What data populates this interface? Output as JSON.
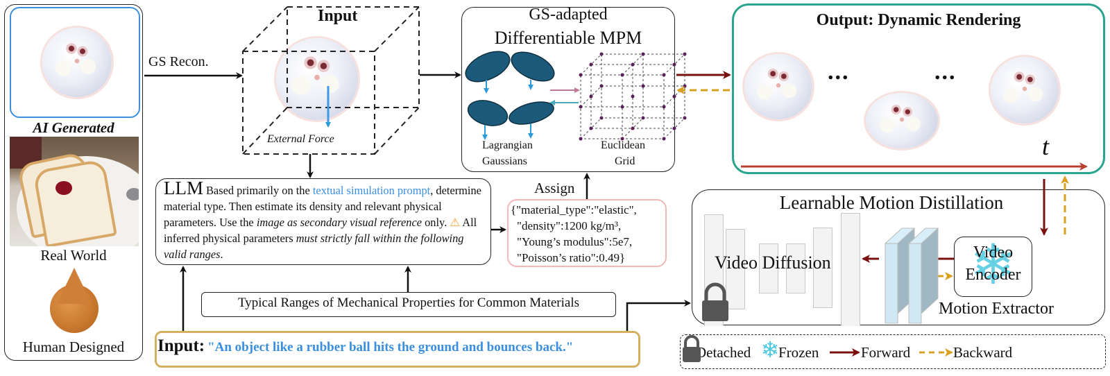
{
  "left_panel": {
    "items": [
      {
        "label": "AI Generated",
        "image": "spiky-ball-image"
      },
      {
        "label": "Real World",
        "image": "bread-plate-image"
      },
      {
        "label": "Human Designed",
        "image": "teardrop-object-image"
      }
    ]
  },
  "gs_recon_label": "GS Recon.",
  "input_cube": {
    "title": "Input",
    "force_label": "External Force"
  },
  "mpm": {
    "title_line1": "GS-adapted",
    "title_line2": "Differentiable MPM",
    "gaussians_line1": "Lagrangian",
    "gaussians_line2": "Gaussians",
    "grid_line1": "Euclidean",
    "grid_line2": "Grid"
  },
  "output": {
    "title": "Output: Dynamic Rendering",
    "ellipsis": "...",
    "time_label": "t"
  },
  "llm": {
    "title": "LLM",
    "text_1": "Based primarily on the ",
    "text_link": "textual simulation prompt",
    "text_2": ", determine material type. Then estimate its density and relevant physical parameters. Use the ",
    "text_italic_1": "image as secondary visual reference",
    "text_3": " only. ",
    "warning_icon": "⚠",
    "text_4": " All inferred physical parameters ",
    "text_italic_2": "must strictly fall within the following valid ranges",
    "text_5": "."
  },
  "assign_label": "Assign",
  "params_json": {
    "line1": "{\"material_type\":\"elastic\",",
    "line2": "\"density\":1200 kg/m³,",
    "line3": "\"Young’s modulus\":5e7,",
    "line4": "\"Poisson’s ratio\":0.49}"
  },
  "ranges_label": "Typical Ranges of Mechanical Properties for Common Materials",
  "text_input": {
    "label": "Input:",
    "prompt": "\"An object like a rubber ball hits the ground and bounces back.\""
  },
  "motion_distillation": {
    "title": "Learnable Motion Distillation",
    "video_diffusion": "Video Diffusion",
    "motion_extractor": "Motion Extractor",
    "video_encoder_line1": "Video",
    "video_encoder_line2": "Encoder"
  },
  "legend": {
    "detached": "Detached",
    "frozen": "Frozen",
    "forward": "Forward",
    "backward": "Backward"
  },
  "colors": {
    "forward": "#7a1010",
    "backward": "#d9a020",
    "output_border": "#2aa58f",
    "ai_border": "#3a8fe0",
    "prompt_blue": "#3a8fe0",
    "params_border": "#f0b8b8",
    "input_border": "#d4b060",
    "gaussian": "#1b5a7a",
    "grid_node": "#5a1f5a"
  }
}
